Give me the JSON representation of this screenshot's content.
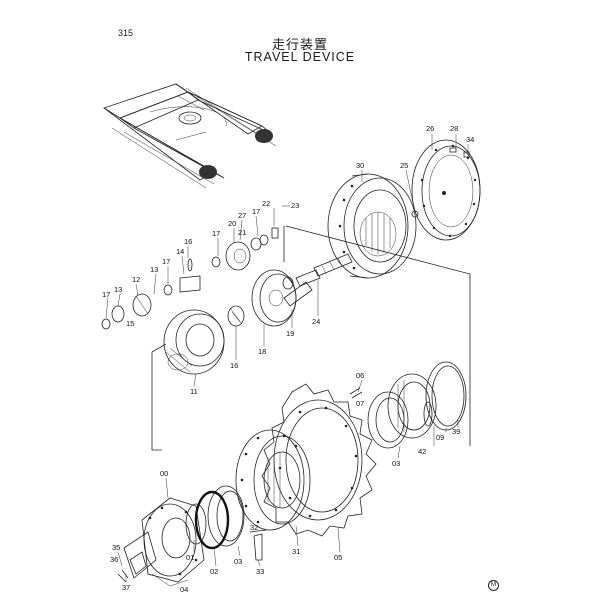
{
  "page": {
    "number": "315"
  },
  "title": {
    "japanese": "走行装置",
    "english": "TRAVEL DEVICE"
  },
  "part_labels": [
    "26",
    "28",
    "34",
    "25",
    "30",
    "22",
    "23",
    "27",
    "17",
    "20",
    "17",
    "21",
    "16",
    "14",
    "17",
    "13",
    "12",
    "17",
    "13",
    "15",
    "11",
    "16",
    "18",
    "19",
    "24",
    "06",
    "07",
    "42",
    "09",
    "39",
    "03",
    "31",
    "05",
    "00",
    "01",
    "02",
    "03",
    "32",
    "33",
    "35",
    "36",
    "37",
    "04"
  ],
  "corner_mark": "M"
}
